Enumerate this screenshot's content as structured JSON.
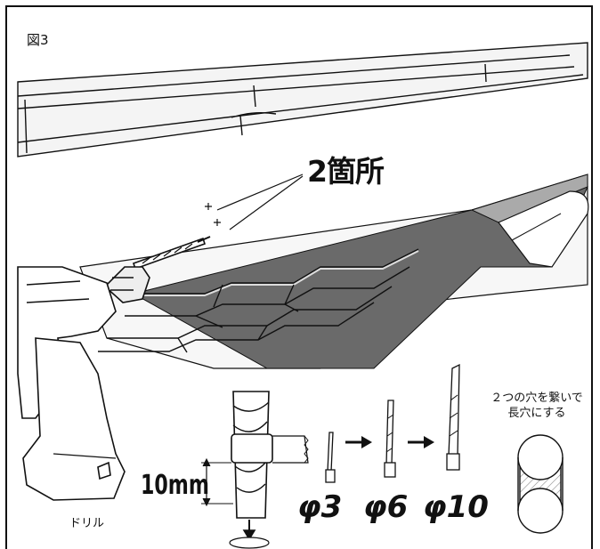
{
  "figure": {
    "label": "図3"
  },
  "callout": {
    "text": "2箇所"
  },
  "depth": {
    "text": "10mm"
  },
  "bits": [
    {
      "label": "φ3"
    },
    {
      "label": "φ6"
    },
    {
      "label": "φ10"
    }
  ],
  "tool": {
    "label": "ドリル"
  },
  "instruction": {
    "line1": "２つの穴を繋いで",
    "line2": "長穴にする"
  },
  "colors": {
    "line": "#111111",
    "panel": "#666666",
    "accent": "#999999"
  }
}
